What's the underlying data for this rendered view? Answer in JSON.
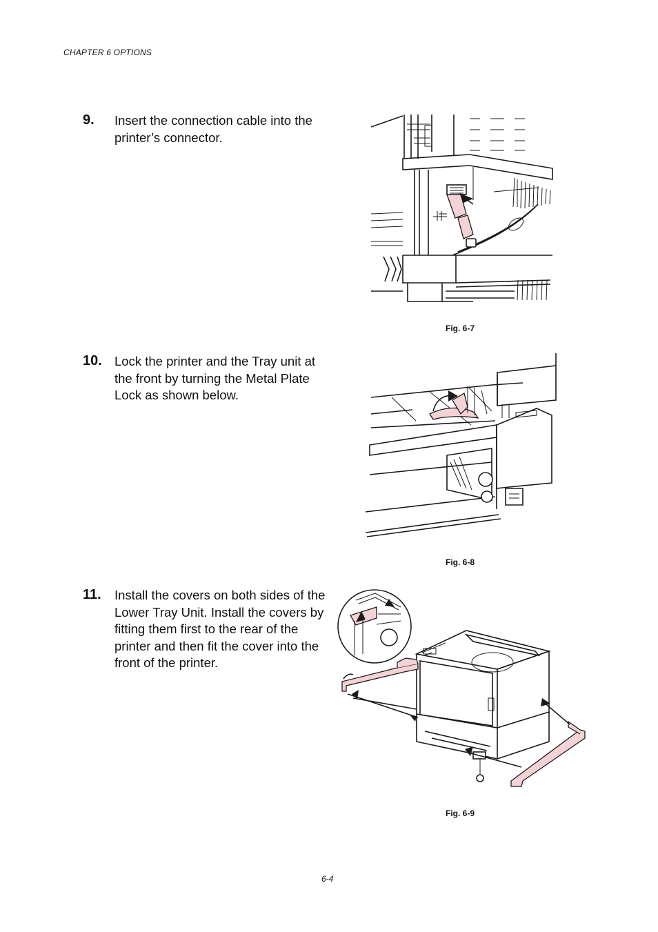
{
  "header": {
    "chapter": "CHAPTER 6 OPTIONS"
  },
  "steps": [
    {
      "number": "9.",
      "text": "Insert the connection cable into the printer’s connector.",
      "figure_caption": "Fig. 6-7"
    },
    {
      "number": "10.",
      "text": "Lock the printer and the Tray unit at the front by turning the Metal Plate Lock as shown below.",
      "figure_caption": "Fig. 6-8"
    },
    {
      "number": "11.",
      "text": "Install the covers on both sides of the Lower Tray Unit. Install the covers by fitting them first to the rear of the printer and then fit the cover into the front of the printer.",
      "figure_caption": "Fig. 6-9"
    }
  ],
  "footer": {
    "page_number": "6-4"
  },
  "colors": {
    "highlight": "#f4d2d5",
    "ink": "#1a1a1a"
  }
}
